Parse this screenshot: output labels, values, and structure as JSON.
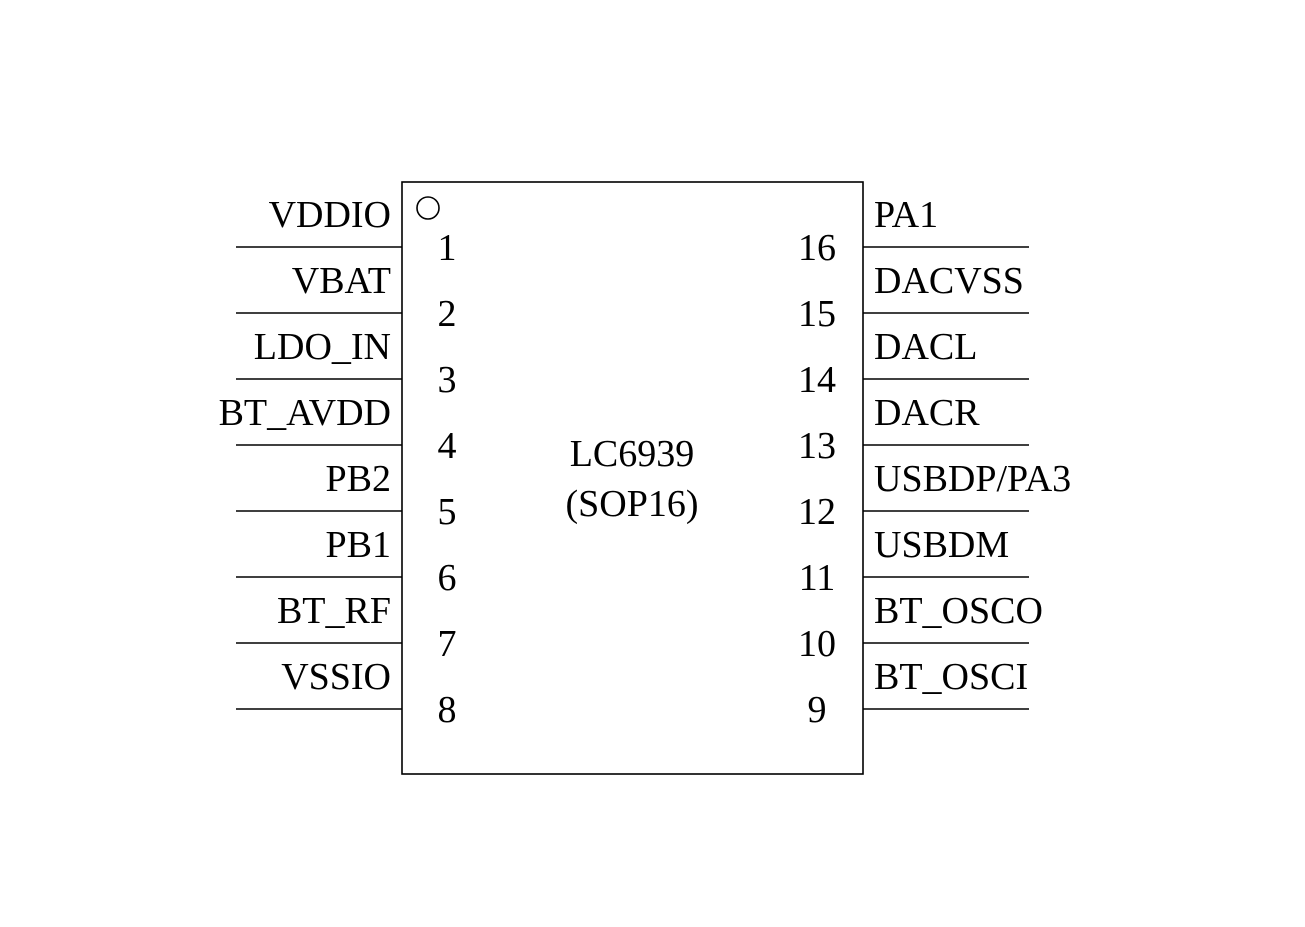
{
  "chip": {
    "name": "LC6939",
    "package": "(SOP16)"
  },
  "colors": {
    "stroke": "#000000",
    "background": "#ffffff"
  },
  "pins_left": [
    {
      "number": "1",
      "name": "VDDIO"
    },
    {
      "number": "2",
      "name": "VBAT"
    },
    {
      "number": "3",
      "name": "LDO_IN"
    },
    {
      "number": "4",
      "name": "BT_AVDD"
    },
    {
      "number": "5",
      "name": "PB2"
    },
    {
      "number": "6",
      "name": "PB1"
    },
    {
      "number": "7",
      "name": "BT_RF"
    },
    {
      "number": "8",
      "name": "VSSIO"
    }
  ],
  "pins_right": [
    {
      "number": "16",
      "name": "PA1"
    },
    {
      "number": "15",
      "name": "DACVSS"
    },
    {
      "number": "14",
      "name": "DACL"
    },
    {
      "number": "13",
      "name": "DACR"
    },
    {
      "number": "12",
      "name": "USBDP/PA3"
    },
    {
      "number": "11",
      "name": "USBDM"
    },
    {
      "number": "10",
      "name": "BT_OSCO"
    },
    {
      "number": "9",
      "name": "BT_OSCI"
    }
  ]
}
